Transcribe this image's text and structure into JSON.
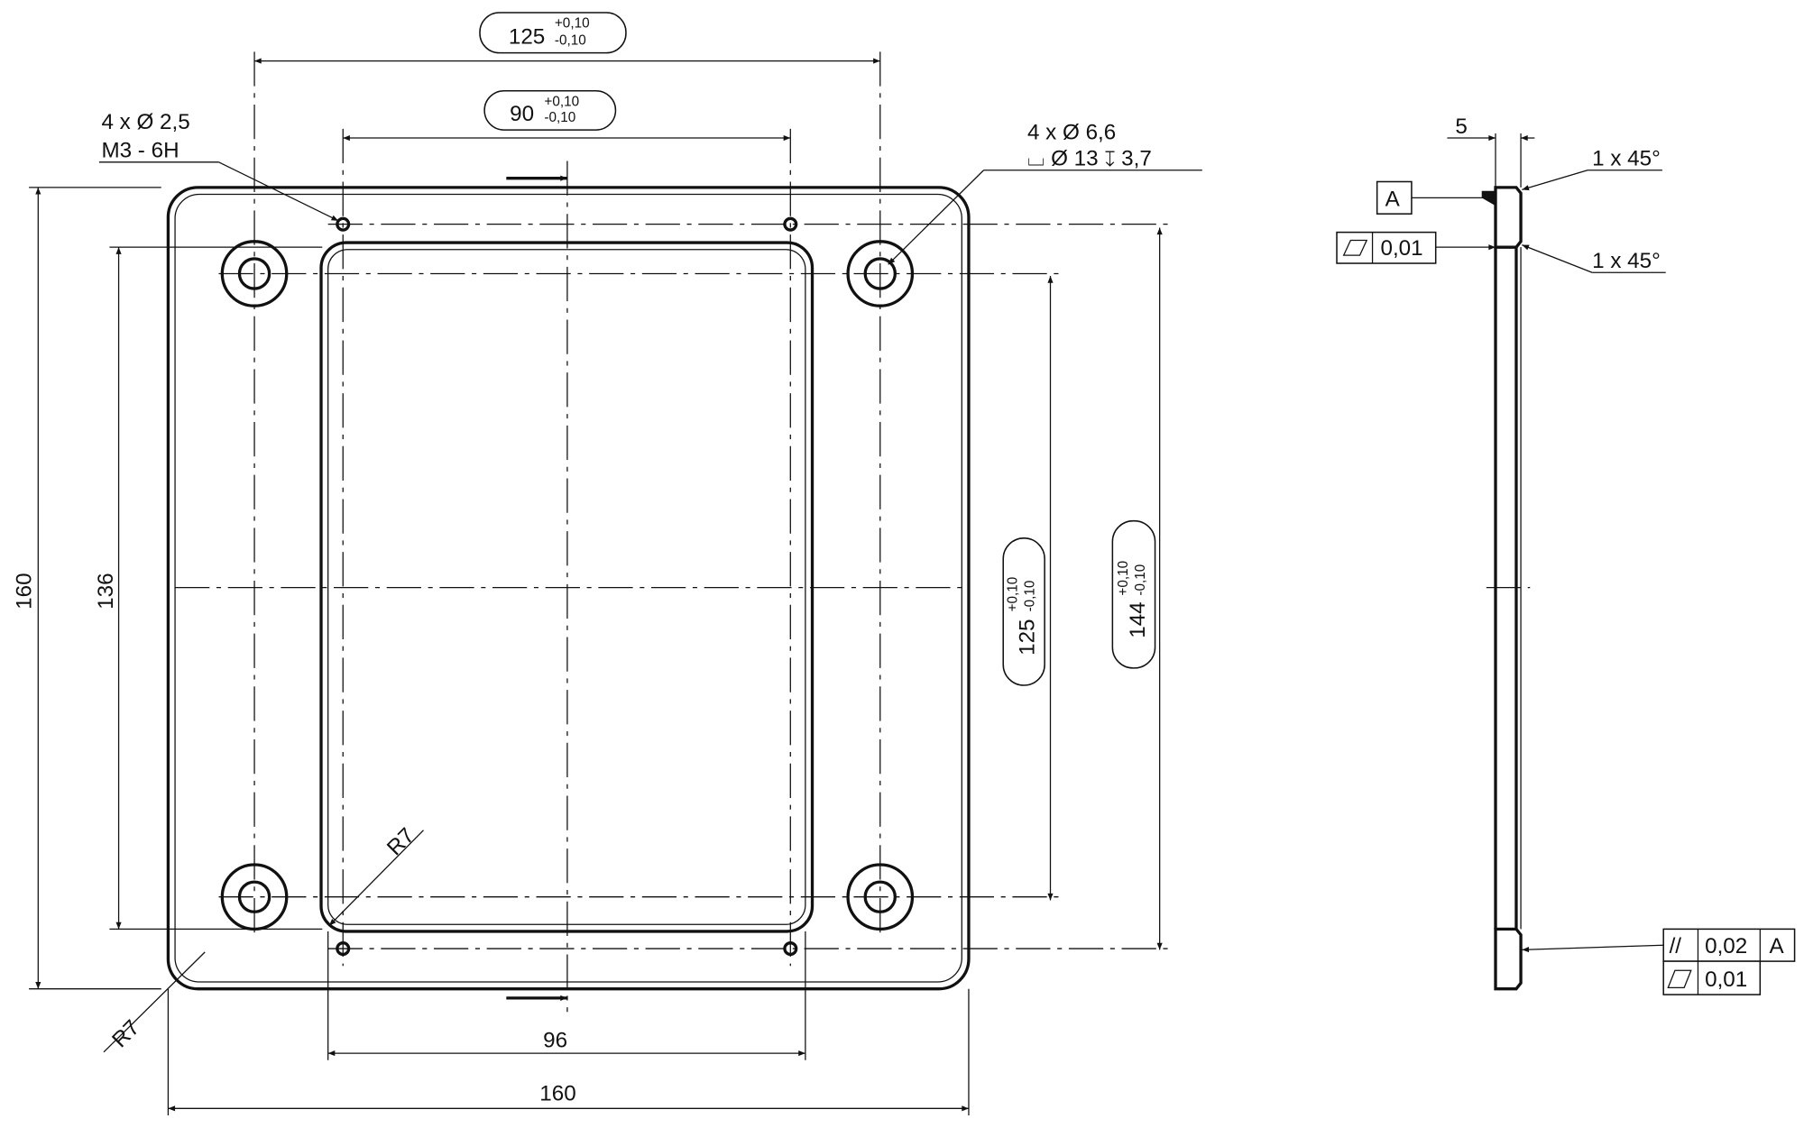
{
  "dimensions": {
    "top_width": {
      "value": "125",
      "upper": "+0,10",
      "lower": "-0,10"
    },
    "hole_spacing_top": {
      "value": "90",
      "upper": "+0,10",
      "lower": "-0,10"
    },
    "overall_height": "160",
    "window_height": "136",
    "hole_spacing_vertical": {
      "value": "125",
      "upper": "+0,10",
      "lower": "-0,10"
    },
    "small_hole_spacing_vertical": {
      "value": "144",
      "upper": "+0,10",
      "lower": "-0,10"
    },
    "window_width": "96",
    "overall_width": "160",
    "thickness": "5"
  },
  "callouts": {
    "threaded_holes_line1": "4 x Ø 2,5",
    "threaded_holes_line2": "M3 - 6H",
    "counterbore_line1": "4 x Ø 6,6",
    "counterbore_line2": "⌴ Ø 13 ↧ 3,7",
    "outer_radius": "R7",
    "inner_radius": "R7",
    "chamfer_top": "1 x 45°",
    "chamfer_second": "1 x 45°"
  },
  "gdt": {
    "datum": "A",
    "flatness_top": {
      "symbol": "▱",
      "value": "0,01"
    },
    "parallelism": {
      "symbol": "//",
      "value": "0,02",
      "datum": "A"
    },
    "flatness_bottom": {
      "symbol": "▱",
      "value": "0,01"
    }
  }
}
